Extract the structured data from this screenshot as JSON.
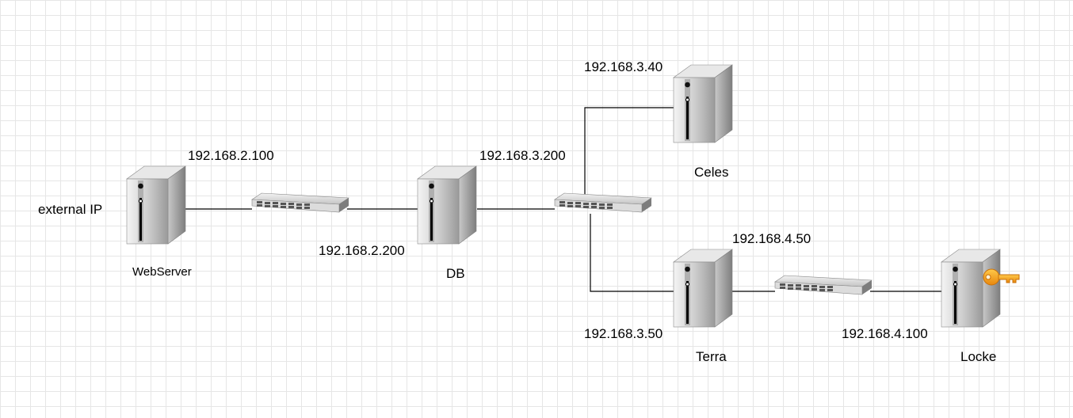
{
  "colors": {
    "key": "#f7a41d",
    "grid": "#e6e6e6"
  },
  "labels": {
    "external_ip": "external IP",
    "web_ip": "192.168.2.100",
    "webserver": "WebServer",
    "db_ip_lan2": "192.168.2.200",
    "db": "DB",
    "db_ip_lan3": "192.168.3.200",
    "celes_ip": "192.168.3.40",
    "celes": "Celes",
    "terra_ip_lan4": "192.168.4.50",
    "terra_ip_lan3": "192.168.3.50",
    "terra": "Terra",
    "locke_ip": "192.168.4.100",
    "locke": "Locke"
  },
  "icons": {
    "server": "server-tower-icon",
    "switch": "network-switch-icon",
    "key": "key-icon"
  }
}
